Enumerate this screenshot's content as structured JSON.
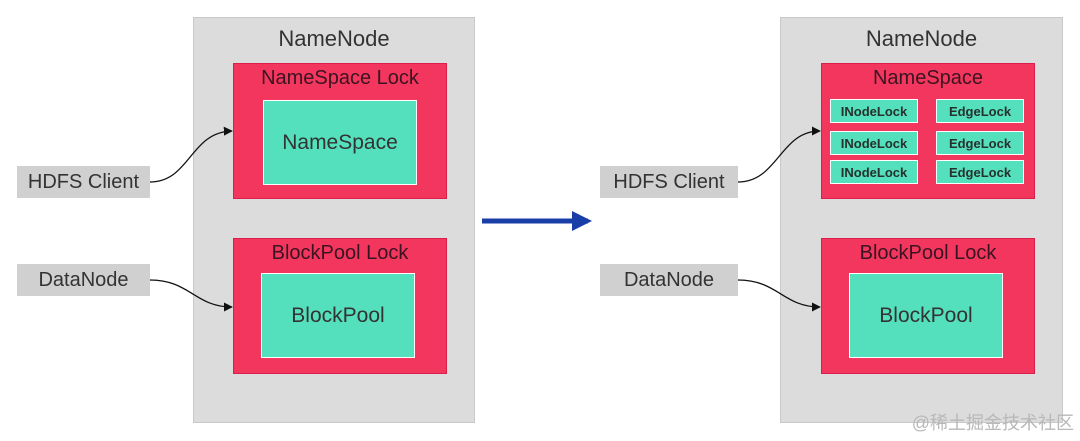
{
  "left": {
    "namenode_title": "NameNode",
    "namespace_lock_title": "NameSpace Lock",
    "namespace_label": "NameSpace",
    "blockpool_lock_title": "BlockPool Lock",
    "blockpool_label": "BlockPool",
    "client_label": "HDFS Client",
    "datanode_label": "DataNode"
  },
  "right": {
    "namenode_title": "NameNode",
    "namespace_title": "NameSpace",
    "locks": [
      {
        "inode": "INodeLock",
        "edge": "EdgeLock"
      },
      {
        "inode": "INodeLock",
        "edge": "EdgeLock"
      },
      {
        "inode": "INodeLock",
        "edge": "EdgeLock"
      }
    ],
    "blockpool_lock_title": "BlockPool Lock",
    "blockpool_label": "BlockPool",
    "client_label": "HDFS Client",
    "datanode_label": "DataNode"
  },
  "watermark": "@稀土掘金技术社区",
  "colors": {
    "container": "#dcdcdc",
    "lock": "#f2365e",
    "component": "#55e0bd",
    "transition_arrow": "#1a3ea8"
  }
}
